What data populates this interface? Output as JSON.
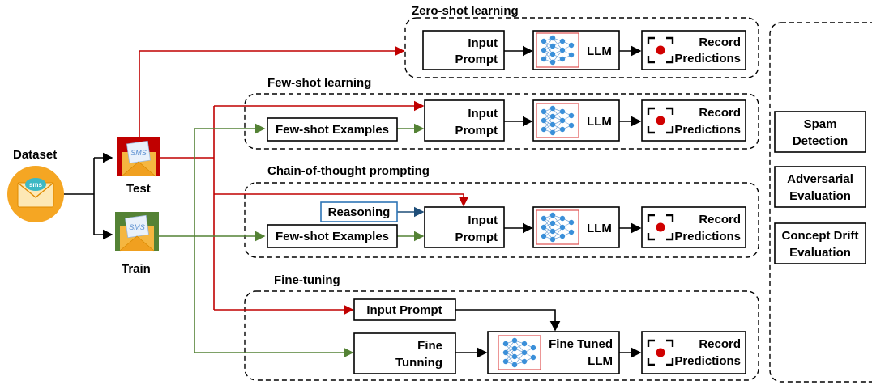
{
  "inputs": {
    "dataset_label": "Dataset",
    "test_label": "Test",
    "train_label": "Train",
    "sms_text": "SMS",
    "sms_badge": "sms"
  },
  "sections": {
    "zero_shot": {
      "title": "Zero-shot learning",
      "input_prompt": [
        "Input",
        "Prompt"
      ],
      "llm": "LLM",
      "record": [
        "Record",
        "Predictions"
      ]
    },
    "few_shot": {
      "title": "Few-shot learning",
      "examples": "Few-shot Examples",
      "input_prompt": [
        "Input",
        "Prompt"
      ],
      "llm": "LLM",
      "record": [
        "Record",
        "Predictions"
      ]
    },
    "cot": {
      "title": "Chain-of-thought prompting",
      "reasoning": "Reasoning",
      "examples": "Few-shot Examples",
      "input_prompt": [
        "Input",
        "Prompt"
      ],
      "llm": "LLM",
      "record": [
        "Record",
        "Predictions"
      ]
    },
    "fine_tuning": {
      "title": "Fine-tuning",
      "input_prompt": "Input Prompt",
      "fine_tunning": [
        "Fine",
        "Tunning"
      ],
      "fine_tuned_llm": [
        "Fine Tuned",
        "LLM"
      ],
      "record": [
        "Record",
        "Predictions"
      ]
    }
  },
  "tasks": {
    "spam": [
      "Spam",
      "Detection"
    ],
    "adversarial": [
      "Adversarial",
      "Evaluation"
    ],
    "drift": [
      "Concept Drift",
      "Evaluation"
    ]
  },
  "colors": {
    "test_flow": "#c00000",
    "train_flow": "#548235",
    "reasoning": "#1f4e79",
    "envelope": "#f5a623",
    "test_top": "#c00000",
    "train_top": "#548235"
  }
}
